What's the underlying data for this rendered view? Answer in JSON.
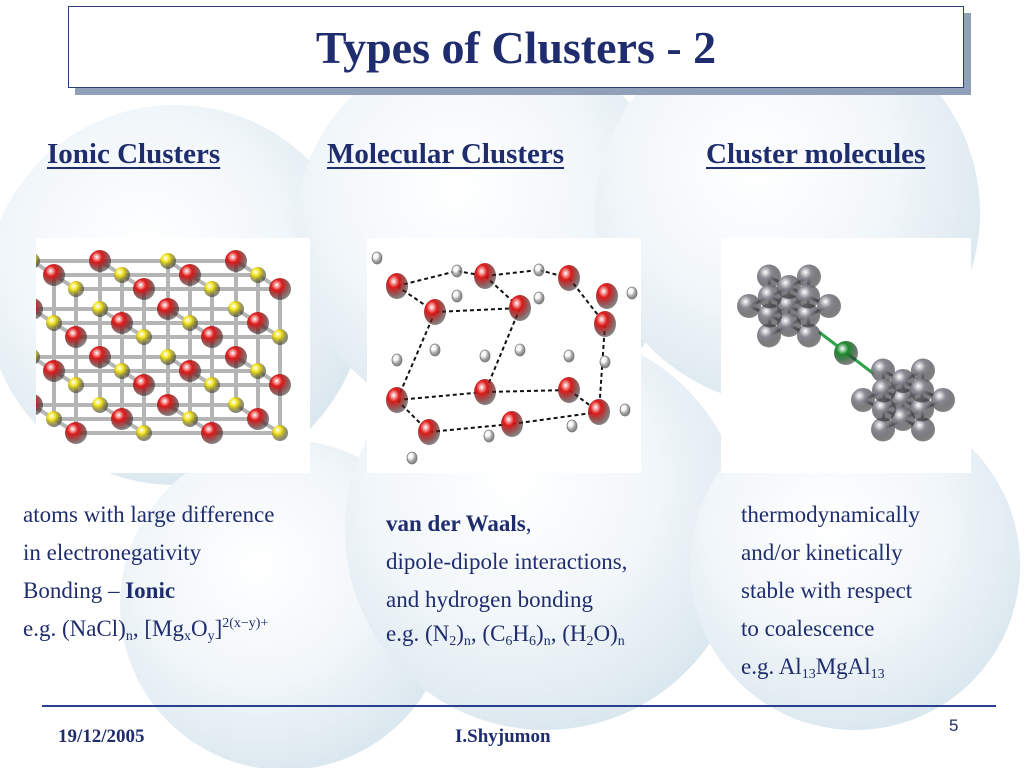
{
  "title": "Types of Clusters - 2",
  "columns": [
    {
      "heading": "Ionic Clusters",
      "line1": "atoms with large difference",
      "line2": "in electronegativity",
      "bonding_prefix": "Bonding – ",
      "bonding_bold": "Ionic",
      "eg": {
        "a": "e.g. (NaCl)",
        "a_sub": "n",
        "b": ", [Mg",
        "b_sub": "x",
        "c": "O",
        "c_sub": "y",
        "d": "]",
        "d_sup": "2(x−y)+"
      }
    },
    {
      "heading": "Molecular Clusters",
      "bold": "van der Waals",
      "comma": ",",
      "line2": "dipole-dipole interactions,",
      "line3": "and hydrogen bonding",
      "eg": {
        "a": "e.g. (N",
        "a_sub": "2",
        "b": ")",
        "b_sub": "n",
        "c": ", (C",
        "c_sub": "6",
        "d": "H",
        "d_sub": "6",
        "e": ")",
        "e_sub": "n",
        "f": ", (H",
        "f_sub": "2",
        "g": "O)",
        "g_sub": "n"
      }
    },
    {
      "heading": "Cluster molecules",
      "line1": "thermodynamically",
      "line2": "and/or kinetically",
      "line3": "stable with respect",
      "line4": "to coalescence",
      "eg": {
        "a": "e.g. Al",
        "a_sub": "13",
        "b": "MgAl",
        "b_sub": "13"
      }
    }
  ],
  "footer": {
    "date": "19/12/2005",
    "author": "I.Shyjumon",
    "page": "5"
  },
  "colors": {
    "text": "#1f2d6e",
    "oxygen": "#e01818",
    "hydrogen": "#ffffff",
    "sodium": "#f2e21c",
    "chlorine": "#e01818",
    "aluminium": "#8c8c96",
    "magnesium": "#1d8a2e"
  }
}
